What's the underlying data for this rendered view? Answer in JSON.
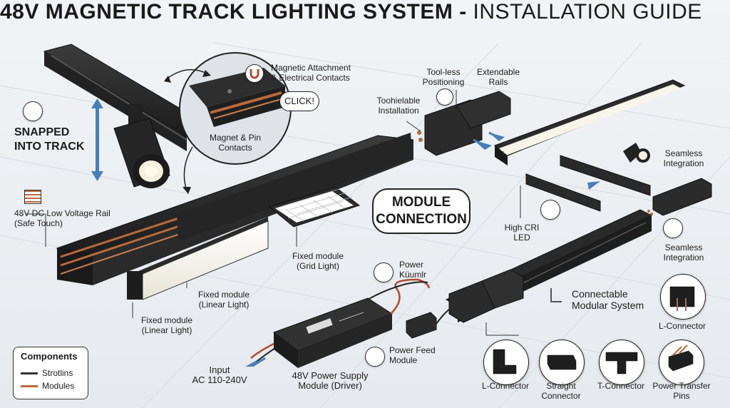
{
  "title": {
    "main": "48V MAGNETIC TRACK LIGHTING SYSTEM - ",
    "sub": "INSTALLATION GUIDE"
  },
  "labels": {
    "magnetic_attachment": "Magnetic Attachment\n& Electrical Contacts",
    "click": "CLICK!",
    "magnet_pin": "Magnet & Pin\nContacts",
    "snapped": "SNAPPED\nINTO TRACK",
    "rail": "48V DC Low Voltage Rail\n(Safe Touch)",
    "toolless_install": "Toohielable\nInstallation",
    "toolless_pos": "Tool-less\nPositioning",
    "extendable": "Extendable\nRails",
    "seamless_top": "Seamless\nIntegration",
    "seamless_bottom": "Seamless\nIntegration",
    "module_connection": "MODULE\nCONNECTION",
    "high_cri": "High CRI\nLED",
    "fixed_grid": "Fixed module\n(Grid Light)",
    "fixed_linear_a": "Fixed module\n(Linear Light)",
    "fixed_linear_b": "Fixed module\n(Linear Light)",
    "power_top": "Power\nKüumlr",
    "connectable": "Connectable\nModular System",
    "l_connector_right": "L-Connector",
    "power_feed": "Power Feed\nModule",
    "input": "Input\nAC 110-240V",
    "driver": "48V Power Supply\nModule (Driver)"
  },
  "legend": {
    "title": "Components",
    "items": [
      {
        "label": "Strotlins",
        "color": "#333333"
      },
      {
        "label": "Modules",
        "color": "#b86a3c"
      }
    ]
  },
  "connectors": [
    {
      "label": "L-Connector",
      "icon": "l-connector-icon"
    },
    {
      "label": "Straight\nConnector",
      "icon": "straight-connector-icon"
    },
    {
      "label": "T-Connector",
      "icon": "t-connector-icon"
    },
    {
      "label": "Power Transfer\nPins",
      "icon": "power-pins-icon"
    }
  ],
  "colors": {
    "track": "#2b2b2b",
    "copper": "#b86a3c",
    "arrow": "#4a7fb5",
    "light": "#f4f1e8"
  }
}
